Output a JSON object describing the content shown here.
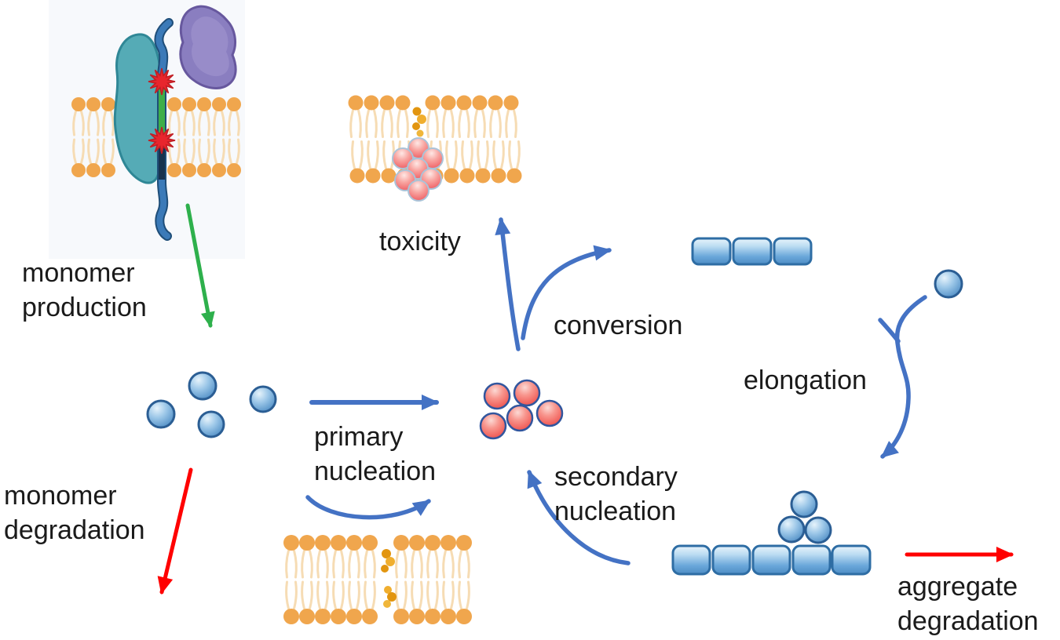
{
  "figure": {
    "type": "pathway-diagram",
    "topic": "amyloid aggregation lifecycle"
  },
  "labels": {
    "monomer_production": "monomer\nproduction",
    "monomer_degradation": "monomer\ndegradation",
    "primary_nucleation": "primary\nnucleation",
    "secondary_nucleation": "secondary\nnucleation",
    "toxicity": "toxicity",
    "conversion": "conversion",
    "elongation": "elongation",
    "aggregate_degradation": "aggregate\ndegradation"
  },
  "colors": {
    "arrow_blue": "#4472c4",
    "arrow_green": "#2eb04c",
    "arrow_red": "#ff0000",
    "monomer_blue": "#5b9bd5",
    "oligomer_red": "#ee4a46",
    "fibril_blue": "#4d8cc4",
    "lipid_head_orange": "#f0a64d",
    "lipid_tail": "#f6dcb4",
    "protein_teal": "#55abb6",
    "protein_purple": "#8a7ec0",
    "cleavage_red": "#e8262d",
    "text": "#1a1a1a"
  }
}
